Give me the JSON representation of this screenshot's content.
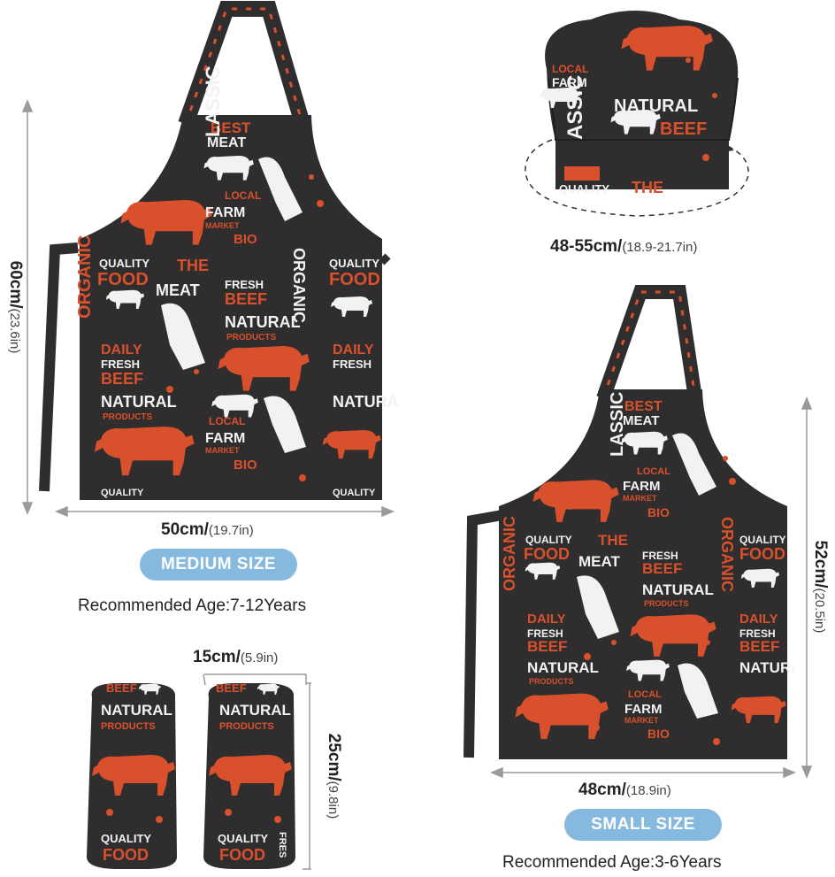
{
  "colors": {
    "fabric": "#2f2d2e",
    "print_orange": "#d9512c",
    "print_white": "#f2f2f2",
    "pill": "#86b9df",
    "guide": "#9a9a9a"
  },
  "apron_text": {
    "best": "BEST",
    "meat": "MEAT",
    "classic": "LASSIC",
    "local": "LOCAL",
    "farm": "FARM",
    "market": "MARKET",
    "bio": "BIO",
    "organic": "ORGANIC",
    "quality": "QUALITY",
    "food": "FOOD",
    "the": "THE",
    "fresh": "FRESH",
    "beef": "BEEF",
    "natural": "NATURAL",
    "products": "PRODUCTS",
    "daily": "DAILY"
  },
  "hat": {
    "width_main": "48-55cm/",
    "width_sub": "(18.9-21.7in)",
    "print": [
      "NATURAL",
      "ASSIC",
      "BEEF",
      "QUALITY",
      "THE",
      "LOCAL",
      "FARM"
    ]
  },
  "medium": {
    "height_main": "60cm/",
    "height_sub": "(23.6in)",
    "width_main": "50cm/",
    "width_sub": "(19.7in)",
    "size_label": "MEDIUM SIZE",
    "age": "Recommended Age:7-12Years"
  },
  "small": {
    "height_main": "52cm/",
    "height_sub": "(20.5in)",
    "width_main": "48cm/",
    "width_sub": "(18.9in)",
    "size_label": "SMALL SIZE",
    "age": "Recommended Age:3-6Years"
  },
  "sleeves": {
    "width_main": "15cm/",
    "width_sub": "(5.9in)",
    "height_main": "25cm/",
    "height_sub": "(9.8in)",
    "print": [
      "BEEF",
      "NATURAL",
      "PRODUCTS",
      "QUALITY",
      "FOOD",
      "FRES"
    ]
  }
}
